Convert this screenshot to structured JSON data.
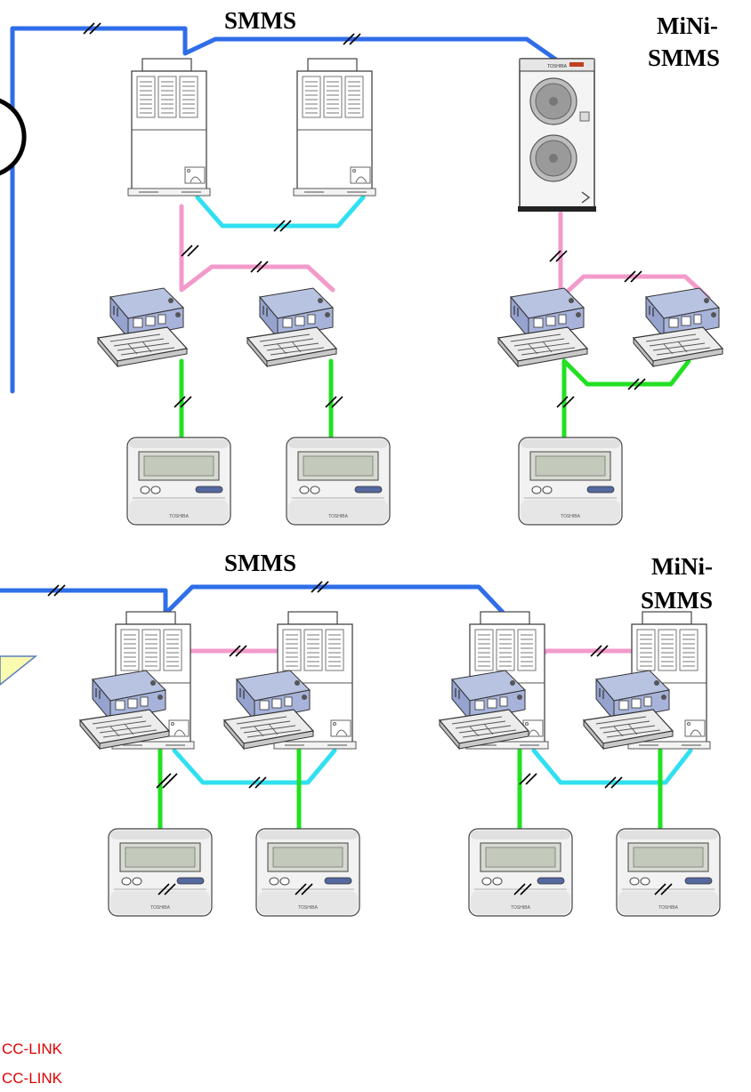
{
  "labels": {
    "top_smms": "SMMS",
    "top_mini_line1": "MiNi-",
    "top_mini_line2": "SMMS",
    "bottom_smms": "SMMS",
    "bottom_mini_line1": "MiNi-",
    "bottom_mini_line2": "SMMS"
  },
  "legend": {
    "line1": "CC-LINK",
    "line2": "CC-LINK"
  },
  "remote_brand": "TOSHIBA",
  "outdoor_brand": "TOSHIBA",
  "colors": {
    "central_bus": "#2f6ee8",
    "outdoor_link": "#30e0f0",
    "indoor_link": "#f29bcb",
    "remote_link": "#22e022",
    "legend_text": "#e00000"
  }
}
